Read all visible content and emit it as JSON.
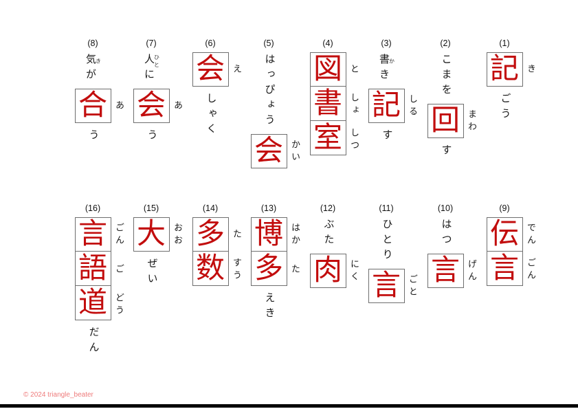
{
  "page": {
    "background": "#ffffff",
    "kanji_color": "#c20d0d",
    "box_border_color": "#6e6e6e",
    "footer": {
      "copyright": "© 2024 triangle_beater"
    }
  },
  "items": [
    {
      "number": "(1)",
      "boxes": [
        {
          "kanji": "記",
          "furigana": "き"
        }
      ],
      "post": "ごう"
    },
    {
      "number": "(2)",
      "pre": "こまを",
      "boxes": [
        {
          "kanji": "回",
          "furigana": "まわ"
        }
      ],
      "post": "す"
    },
    {
      "number": "(3)",
      "pre_kanji": "書",
      "pre_ruby": "か",
      "pre_rest": "き",
      "boxes": [
        {
          "kanji": "記",
          "furigana": "しる"
        }
      ],
      "post": "す"
    },
    {
      "number": "(4)",
      "boxes": [
        {
          "kanji": "図",
          "furigana": "と"
        },
        {
          "kanji": "書",
          "furigana": "しょ"
        },
        {
          "kanji": "室",
          "furigana": "しつ"
        }
      ]
    },
    {
      "number": "(5)",
      "pre": "はっぴょう",
      "boxes": [
        {
          "kanji": "会",
          "furigana": "かい"
        }
      ]
    },
    {
      "number": "(6)",
      "boxes": [
        {
          "kanji": "会",
          "furigana": "え"
        }
      ],
      "post": "しゃく"
    },
    {
      "number": "(7)",
      "pre_kanji": "人",
      "pre_ruby": "ひと",
      "pre_rest": "に",
      "boxes": [
        {
          "kanji": "会",
          "furigana": "あ"
        }
      ],
      "post": "う"
    },
    {
      "number": "(8)",
      "pre_kanji": "気",
      "pre_ruby": "き",
      "pre_rest": "が",
      "boxes": [
        {
          "kanji": "合",
          "furigana": "あ"
        }
      ],
      "post": "う"
    },
    {
      "number": "(9)",
      "boxes": [
        {
          "kanji": "伝",
          "furigana": "でん"
        },
        {
          "kanji": "言",
          "furigana": "ごん"
        }
      ]
    },
    {
      "number": "(10)",
      "pre": "はつ",
      "boxes": [
        {
          "kanji": "言",
          "furigana": "げん"
        }
      ]
    },
    {
      "number": "(11)",
      "pre": "ひとり",
      "boxes": [
        {
          "kanji": "言",
          "furigana": "ごと"
        }
      ]
    },
    {
      "number": "(12)",
      "pre": "ぶた",
      "boxes": [
        {
          "kanji": "肉",
          "furigana": "にく"
        }
      ]
    },
    {
      "number": "(13)",
      "boxes": [
        {
          "kanji": "博",
          "furigana": "はか"
        },
        {
          "kanji": "多",
          "furigana": "た"
        }
      ],
      "post": "えき"
    },
    {
      "number": "(14)",
      "boxes": [
        {
          "kanji": "多",
          "furigana": "た"
        },
        {
          "kanji": "数",
          "furigana": "すう"
        }
      ]
    },
    {
      "number": "(15)",
      "boxes": [
        {
          "kanji": "大",
          "furigana": "おお"
        }
      ],
      "post": "ぜい"
    },
    {
      "number": "(16)",
      "boxes": [
        {
          "kanji": "言",
          "furigana": "ごん"
        },
        {
          "kanji": "語",
          "furigana": "ご"
        },
        {
          "kanji": "道",
          "furigana": "どう"
        }
      ],
      "post": "だん"
    }
  ]
}
